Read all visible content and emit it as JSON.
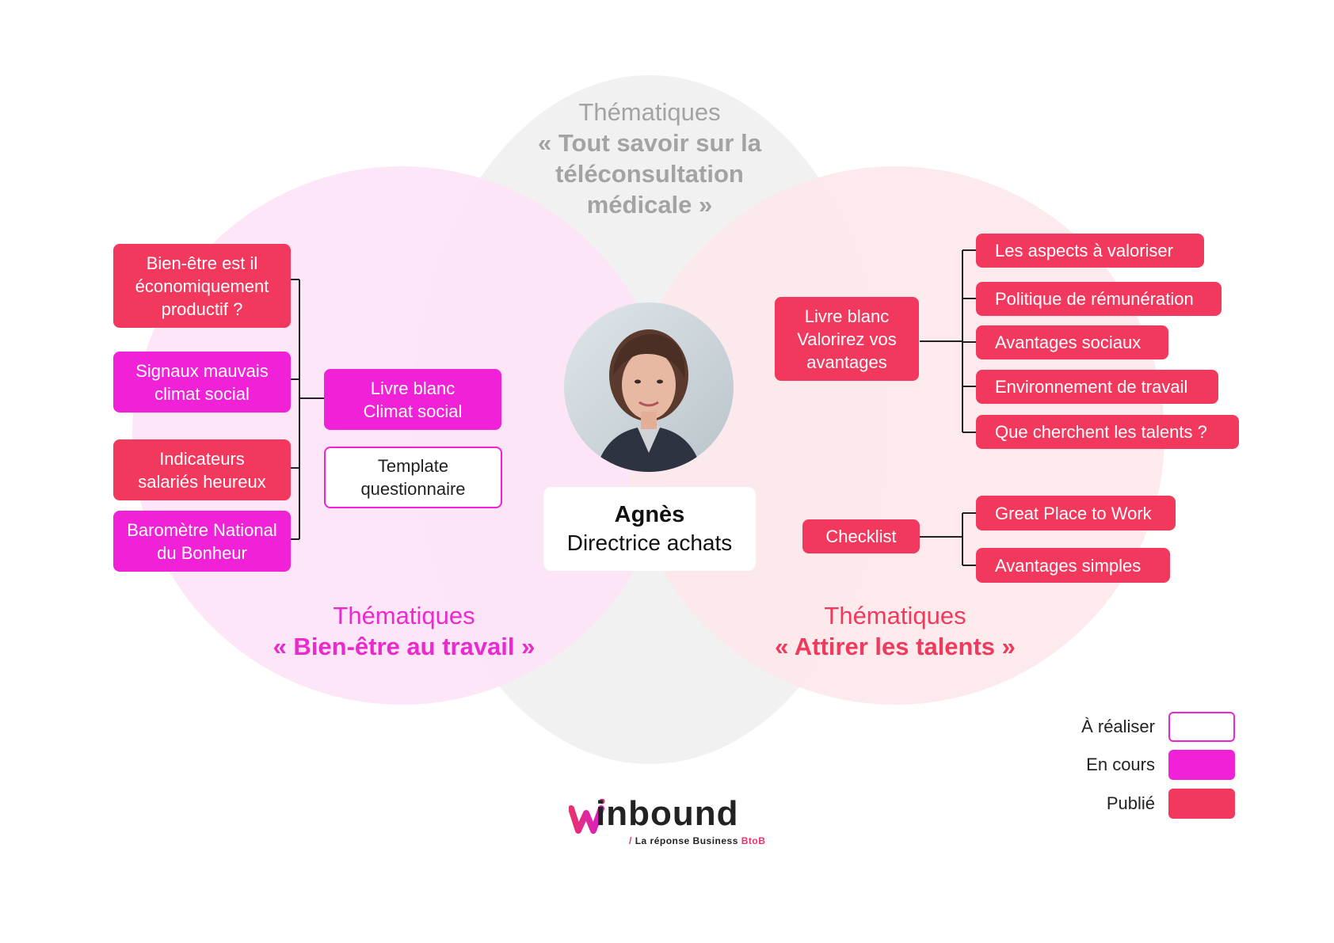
{
  "themes": {
    "top": {
      "line1": "Thématiques",
      "line2": "« Tout savoir sur la téléconsultation médicale »"
    },
    "left": {
      "line1": "Thématiques",
      "line2": "« Bien-être au travail »"
    },
    "right": {
      "line1": "Thématiques",
      "line2": "« Attirer les talents »"
    }
  },
  "persona": {
    "name": "Agnès",
    "role": "Directrice achats"
  },
  "left_items": {
    "topic1": "Bien-être est il\néconomiquement\nproductif ?",
    "topic2": "Signaux mauvais\nclimat social",
    "topic3": "Indicateurs\nsalariés heureux",
    "topic4": "Baromètre National\ndu Bonheur",
    "livre_blanc": "Livre blanc\nClimat social",
    "template": "Template\nquestionnaire"
  },
  "right_items": {
    "livre_blanc": "Livre blanc\nValorirez vos\navantages",
    "sub1": "Les aspects à valoriser",
    "sub2": "Politique de rémunération",
    "sub3": "Avantages sociaux",
    "sub4": "Environnement de travail",
    "sub5": "Que cherchent les talents ?",
    "checklist": "Checklist",
    "check1": "Great Place to Work",
    "check2": "Avantages simples"
  },
  "legend": {
    "a_realiser": "À réaliser",
    "en_cours": "En cours",
    "publie": "Publié"
  },
  "colors": {
    "publie": "#f2385c",
    "en_cours": "#f021d6",
    "a_realiser_border": "#f021d6"
  },
  "logo": {
    "wordmark": "inbound",
    "tagline_slash": "/",
    "tagline": "La réponse Business",
    "tagline_accent": "BtoB"
  }
}
